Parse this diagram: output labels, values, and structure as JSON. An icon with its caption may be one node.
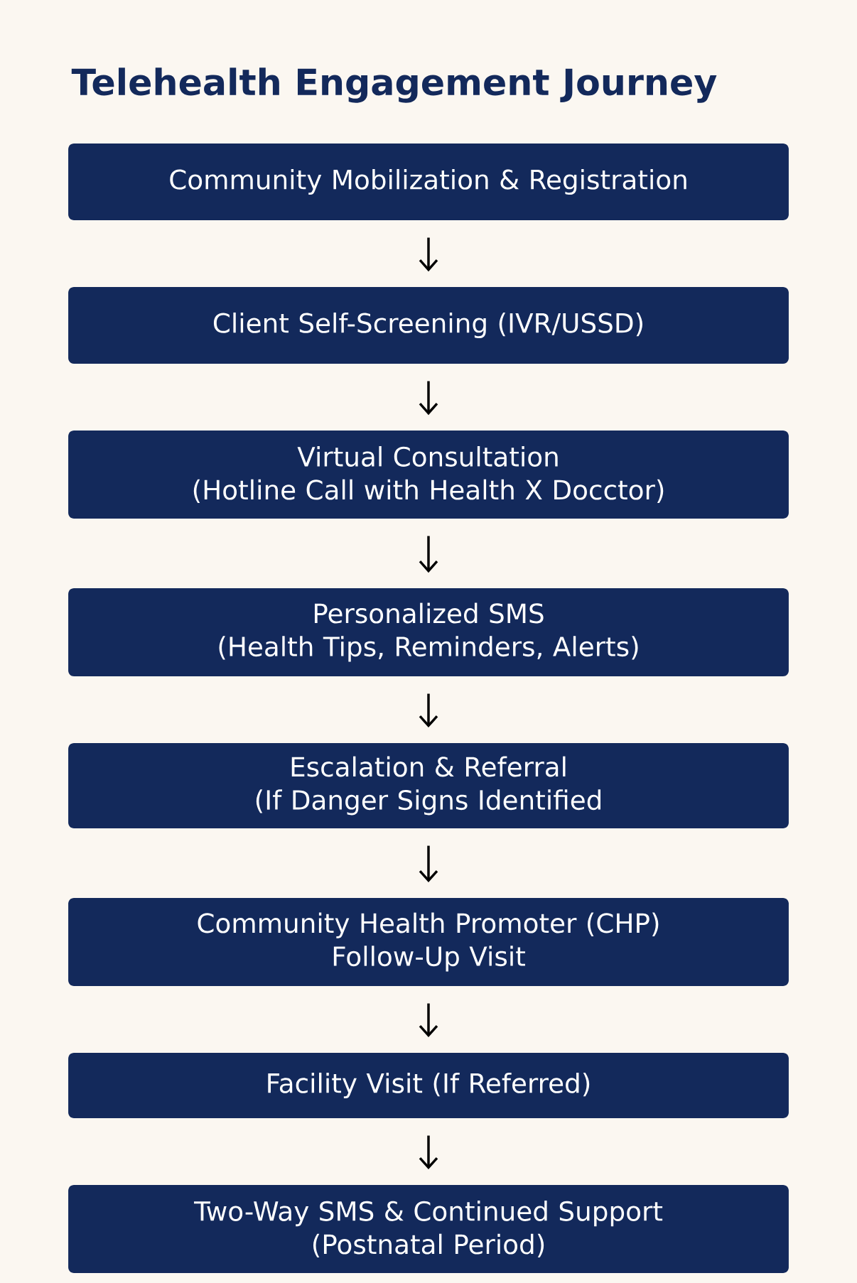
{
  "diagram": {
    "title": "Telehealth Engagement Journey",
    "nodes": [
      {
        "text": [
          "Community Mobilization & Registration"
        ]
      },
      {
        "text": [
          "Client Self-Screening (IVR/USSD)"
        ]
      },
      {
        "text": [
          "Virtual Consultation",
          "(Hotline Call with Health X Docctor)"
        ]
      },
      {
        "text": [
          "Personalized SMS",
          "(Health Tips, Reminders, Alerts)"
        ]
      },
      {
        "text": [
          "Escalation & Referral",
          "(If Danger Signs Identified"
        ]
      },
      {
        "text": [
          "Community Health Promoter (CHP)",
          "Follow-Up Visit"
        ]
      },
      {
        "text": [
          "Facility Visit (If Referred)"
        ]
      },
      {
        "text": [
          "Two-Way SMS & Continued Support",
          "(Postnatal Period)"
        ]
      }
    ],
    "edges": [
      {
        "from": 0,
        "to": 1,
        "arrow": "to"
      },
      {
        "from": 1,
        "to": 2,
        "arrow": "to"
      },
      {
        "from": 2,
        "to": 3,
        "arrow": "to"
      },
      {
        "from": 3,
        "to": 4,
        "arrow": "to"
      },
      {
        "from": 4,
        "to": 5,
        "arrow": "to"
      },
      {
        "from": 5,
        "to": 6,
        "arrow": "to"
      },
      {
        "from": 6,
        "to": 7,
        "arrow": "to"
      }
    ]
  }
}
